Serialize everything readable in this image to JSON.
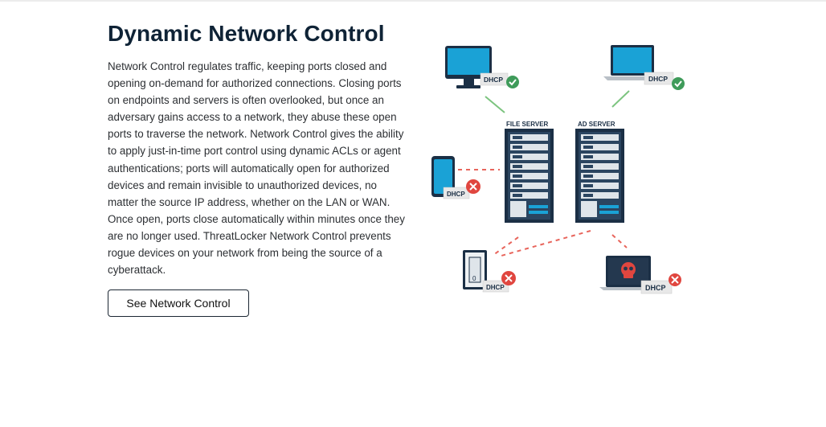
{
  "section": {
    "title": "Dynamic Network Control",
    "body": "Network Control regulates traffic, keeping ports closed and opening on-demand for authorized connections. Closing ports on endpoints and servers is often overlooked, but once an adversary gains access to a network, they abuse these open ports to traverse the network. Network Control gives the ability to apply just-in-time port control using dynamic ACLs or agent authentications; ports will automatically open for authorized devices and remain invisible to unauthorized devices, no matter the source IP address, whether on the LAN or WAN. Once open, ports close automatically within minutes once they are no longer used. ThreatLocker Network Control prevents rogue devices on your network from being the source of a cyberattack.",
    "cta_label": "See Network Control"
  },
  "diagram": {
    "file_server_label": "FILE SERVER",
    "ad_server_label": "AD SERVER",
    "dhcp_label": "DHCP",
    "switch_label": "0",
    "colors": {
      "navy": "#1b2f45",
      "allowed": "#3f9b5a",
      "blocked": "#e0463f",
      "link_ok": "#7cc47f",
      "link_blocked": "#e8655c",
      "screen": "#1aa2d6"
    },
    "icons": [
      "desktop-icon",
      "laptop-icon",
      "phone-icon",
      "light-switch-icon",
      "compromised-laptop-icon",
      "check-icon",
      "cross-icon",
      "skull-icon"
    ]
  }
}
